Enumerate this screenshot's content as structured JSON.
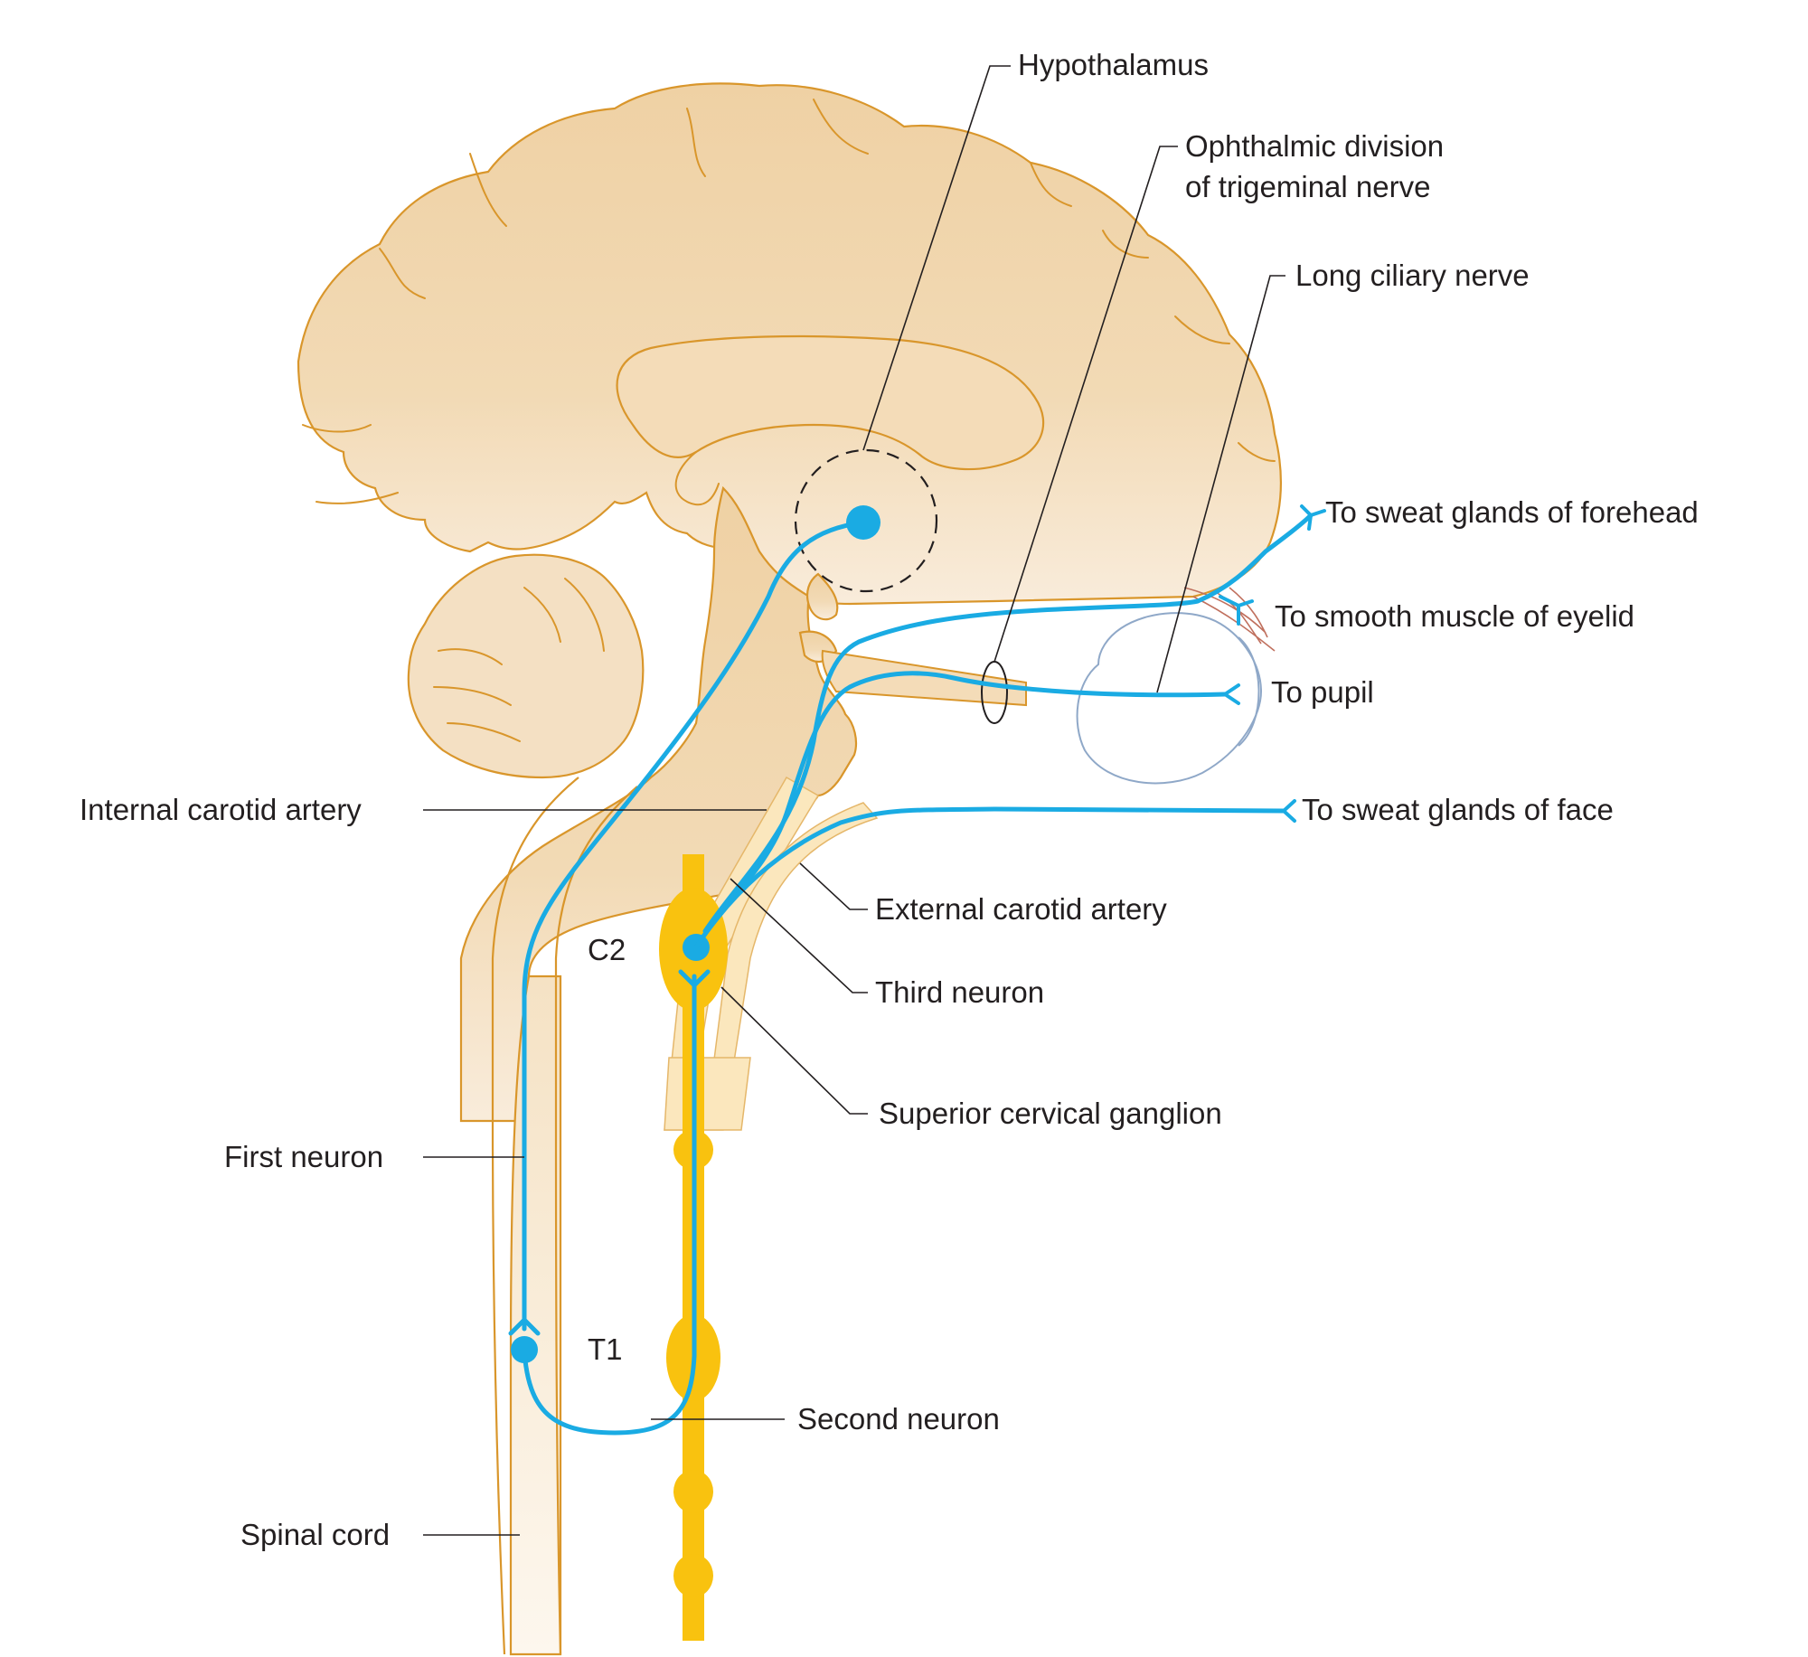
{
  "labels": {
    "hypothalamus": "Hypothalamus",
    "ophthalmic_line1": "Ophthalmic division",
    "ophthalmic_line2": "of trigeminal nerve",
    "long_ciliary": "Long ciliary nerve",
    "sweat_forehead": "To sweat glands of forehead",
    "smooth_muscle": "To smooth muscle of eyelid",
    "pupil": "To pupil",
    "internal_carotid": "Internal carotid artery",
    "sweat_face": "To sweat glands of face",
    "external_carotid": "External carotid artery",
    "c2": "C2",
    "third_neuron": "Third neuron",
    "superior_cervical_ganglion": "Superior cervical ganglion",
    "first_neuron": "First neuron",
    "t1": "T1",
    "second_neuron": "Second neuron",
    "spinal_cord": "Spinal cord"
  },
  "colors": {
    "nerve": "#1aabe3",
    "brain_fill_top": "#efd1a4",
    "brain_fill_bottom": "#f8ead6",
    "brain_outline": "#d9962b",
    "sympathetic_chain": "#f9c20f",
    "artery": "#fbe7bd",
    "eye_outline": "#8fa8c8",
    "eyelid_muscle": "#c0705e",
    "text": "#231f20"
  }
}
